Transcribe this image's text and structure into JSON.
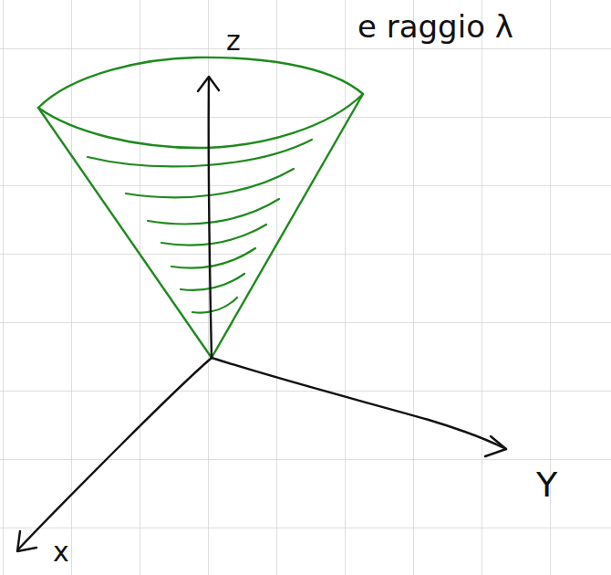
{
  "diagram": {
    "labels": [
      "e raggio λ",
      "z",
      "x",
      "Y"
    ]
  }
}
